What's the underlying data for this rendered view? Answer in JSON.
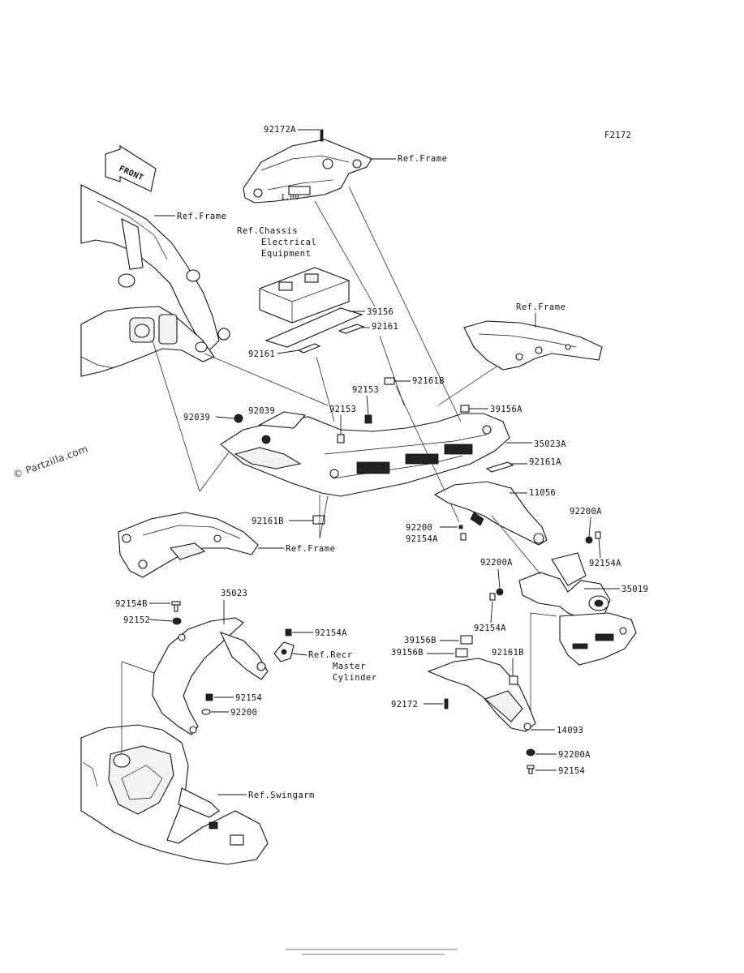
{
  "figure_code": "F2172",
  "watermark": "© Partzilla.com",
  "front_arrow": "FRONT",
  "refs": {
    "frame_top": "Ref.Frame",
    "frame_left": "Ref.Frame",
    "frame_right": "Ref.Frame",
    "frame_bottom": "Ref.Frame",
    "chassis_1": "Ref.Chassis",
    "chassis_2": "Electrical",
    "chassis_3": "Equipment",
    "recr_1": "Ref.Recr",
    "recr_2": "Master",
    "recr_3": "Cylinder",
    "swingarm": "Ref.Swingarm"
  },
  "labels": {
    "p92172A": "92172A",
    "p39156": "39156",
    "p92161_r": "92161",
    "p92161_l": "92161",
    "p92161B_top": "92161B",
    "p92153_a": "92153",
    "p92153_b": "92153",
    "p39156A": "39156A",
    "p92039_a": "92039",
    "p92039_b": "92039",
    "p35023A": "35023A",
    "p92161A": "92161A",
    "p11056": "11056",
    "p92161B_mid": "92161B",
    "p92200": "92200",
    "p92154A_a": "92154A",
    "p92200A_r": "92200A",
    "p92154A_r": "92154A",
    "p92200A_m": "92200A",
    "p35019": "35019",
    "p92154A_m": "92154A",
    "p92154B": "92154B",
    "p35023": "35023",
    "p92152": "92152",
    "p92154A_l": "92154A",
    "p39156B_a": "39156B",
    "p39156B_b": "39156B",
    "p92161B_low": "92161B",
    "p92154_l": "92154",
    "p92200_l": "92200",
    "p92172": "92172",
    "p14093": "14093",
    "p92200A_b": "92200A",
    "p92154_b": "92154"
  }
}
